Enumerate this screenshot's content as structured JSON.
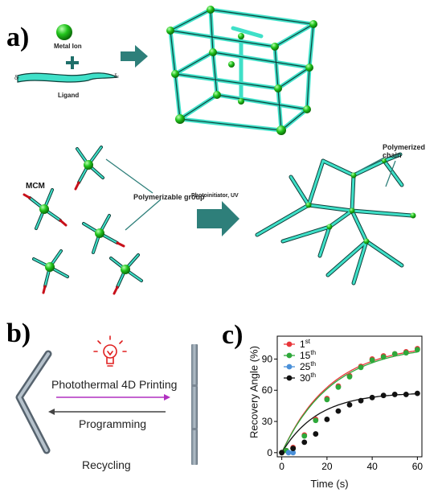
{
  "panel_a": {
    "label": "a)",
    "metal_ion_label": "Metal Ion",
    "ligand_label": "Ligand",
    "delta_left": "δ-",
    "delta_right": "δ-",
    "mcm_label": "MCM",
    "polymerizable_label": "Polymerizable group",
    "photo_label": "Photoinitiator, UV",
    "polymerized_label": "Polymerized chain",
    "colors": {
      "ligand": "#3fe0c8",
      "metal": "#21c41c",
      "end_group": "#c8101a",
      "arrow": "#2e7f7a"
    }
  },
  "panel_b": {
    "label": "b)",
    "forward_text": "Photothermal 4D Printing",
    "back_text": "Programming",
    "bottom_text": "Recycling",
    "bulb_icon": "lightbulb-icon",
    "colors": {
      "forward_arrow": "#b030c0",
      "back_arrow": "#444444",
      "bulb": "#e02020"
    }
  },
  "panel_c": {
    "label": "c)",
    "chart_data": {
      "type": "scatter",
      "xlabel": "Time (s)",
      "ylabel": "Recovery Angle (%)",
      "xlim": [
        -2,
        62
      ],
      "ylim": [
        -4,
        112
      ],
      "xticks": [
        0,
        20,
        40,
        60
      ],
      "yticks": [
        0,
        30,
        60,
        90
      ],
      "legend_position": "top-left",
      "series": [
        {
          "name": "1",
          "sup": "st",
          "color": "#e8363a",
          "x": [
            0,
            2,
            5,
            10,
            15,
            20,
            25,
            30,
            35,
            40,
            45,
            50,
            55,
            60
          ],
          "y": [
            0,
            2,
            5,
            17,
            32,
            52,
            64,
            74,
            83,
            90,
            93,
            95,
            97,
            100
          ]
        },
        {
          "name": "15",
          "sup": "th",
          "color": "#2ea83a",
          "x": [
            0,
            2,
            5,
            10,
            15,
            20,
            25,
            30,
            35,
            40,
            45,
            50,
            55,
            60
          ],
          "y": [
            0,
            2,
            4,
            16,
            31,
            51,
            63,
            73,
            82,
            89,
            92,
            95,
            96,
            99
          ]
        },
        {
          "name": "25",
          "sup": "th",
          "color": "#4a90d9",
          "x": [
            3,
            5
          ],
          "y": [
            0,
            0
          ]
        },
        {
          "name": "30",
          "sup": "th",
          "color": "#111111",
          "x": [
            0,
            5,
            10,
            15,
            20,
            25,
            30,
            35,
            40,
            45,
            50,
            55,
            60
          ],
          "y": [
            0,
            4,
            10,
            18,
            32,
            40,
            46,
            50,
            53,
            55,
            56,
            56,
            57
          ]
        }
      ],
      "fit_curves": [
        {
          "color": "#e8363a",
          "amplitude": 105,
          "tau": 22
        },
        {
          "color": "#2ea83a",
          "amplitude": 104,
          "tau": 22.5
        },
        {
          "color": "#111111",
          "amplitude": 58,
          "tau": 16
        }
      ]
    }
  }
}
